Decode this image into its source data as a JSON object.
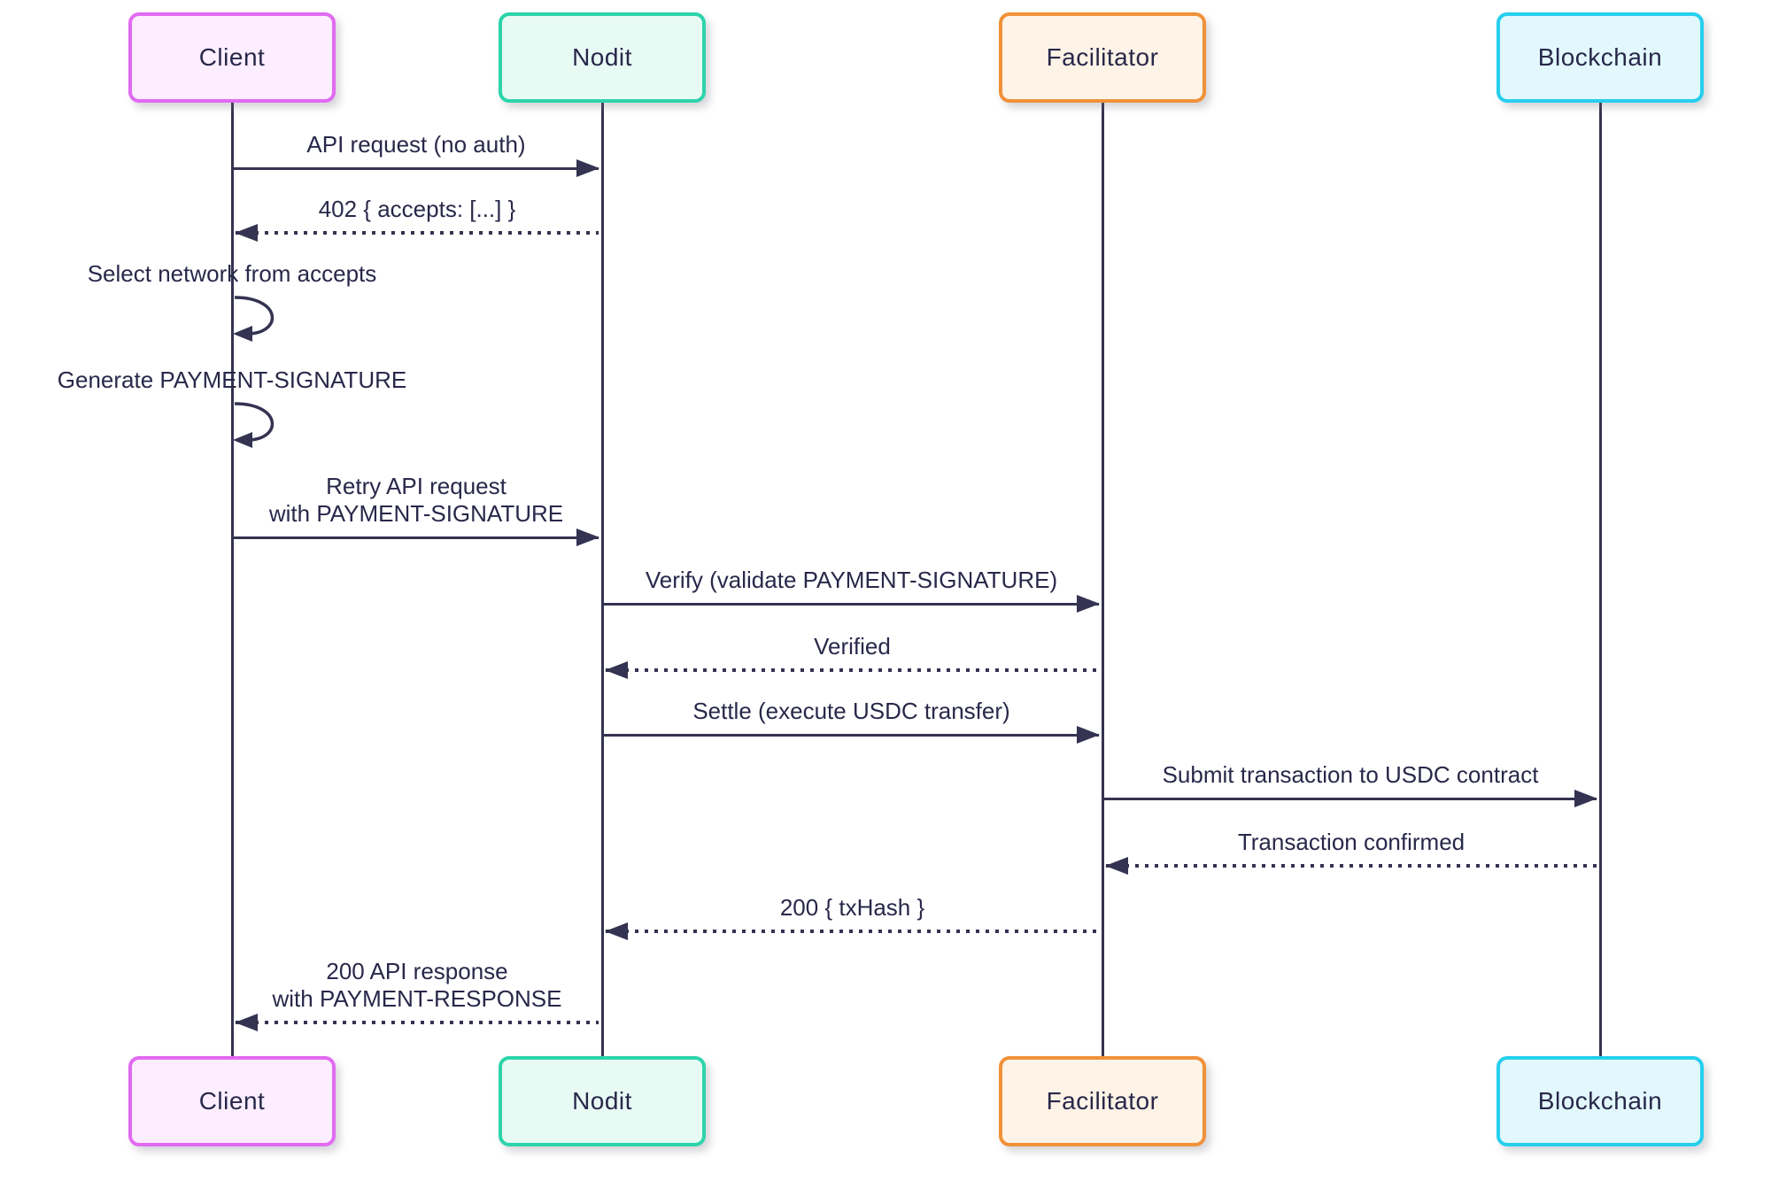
{
  "diagram": {
    "kind": "sequence-diagram",
    "background_color": "#ffffff",
    "line_color": "#343351",
    "text_color": "#28284a"
  },
  "actors": [
    {
      "name": "Client",
      "fill": "#fceefe",
      "border": "#e26af2"
    },
    {
      "name": "Nodit",
      "fill": "#e8faf4",
      "border": "#2dd4ab"
    },
    {
      "name": "Facilitator",
      "fill": "#fdf3e6",
      "border": "#f0913a"
    },
    {
      "name": "Blockchain",
      "fill": "#e2f8fc",
      "border": "#27cfee"
    }
  ],
  "messages": [
    {
      "from": "Client",
      "to": "Nodit",
      "style": "solid",
      "label": "API request (no auth)"
    },
    {
      "from": "Nodit",
      "to": "Client",
      "style": "dotted",
      "label": "402 { accepts: [...] }"
    },
    {
      "from": "Client",
      "to": "Client",
      "style": "self",
      "label": "Select network from accepts"
    },
    {
      "from": "Client",
      "to": "Client",
      "style": "self",
      "label": "Generate PAYMENT-SIGNATURE"
    },
    {
      "from": "Client",
      "to": "Nodit",
      "style": "solid",
      "label": "Retry API request\nwith PAYMENT-SIGNATURE"
    },
    {
      "from": "Nodit",
      "to": "Facilitator",
      "style": "solid",
      "label": "Verify (validate PAYMENT-SIGNATURE)"
    },
    {
      "from": "Facilitator",
      "to": "Nodit",
      "style": "dotted",
      "label": "Verified"
    },
    {
      "from": "Nodit",
      "to": "Facilitator",
      "style": "solid",
      "label": "Settle (execute USDC transfer)"
    },
    {
      "from": "Facilitator",
      "to": "Blockchain",
      "style": "solid",
      "label": "Submit transaction to USDC contract"
    },
    {
      "from": "Blockchain",
      "to": "Facilitator",
      "style": "dotted",
      "label": "Transaction confirmed"
    },
    {
      "from": "Facilitator",
      "to": "Nodit",
      "style": "dotted",
      "label": "200 { txHash }"
    },
    {
      "from": "Nodit",
      "to": "Client",
      "style": "dotted",
      "label": "200 API response\nwith PAYMENT-RESPONSE"
    }
  ]
}
